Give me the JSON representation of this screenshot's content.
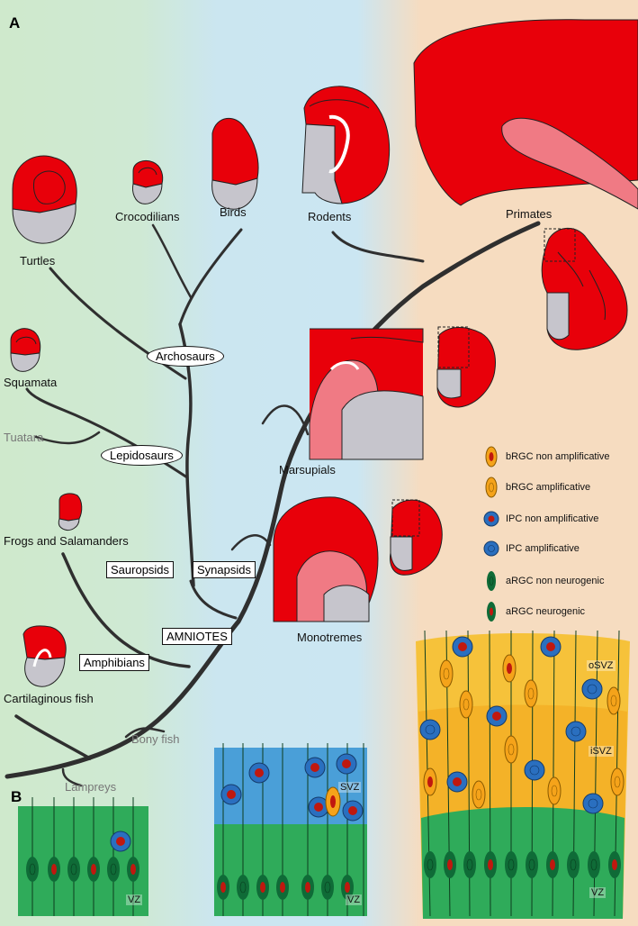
{
  "panels": {
    "a": "A",
    "b": "B"
  },
  "taxa": {
    "turtles": "Turtles",
    "crocodilians": "Crocodilians",
    "birds": "Birds",
    "rodents": "Rodents",
    "primates": "Primates",
    "squamata": "Squamata",
    "tuatara": "Tuatara",
    "marsupials": "Marsupials",
    "frogs": "Frogs and Salamanders",
    "monotremes": "Monotremes",
    "cartilaginous": "Cartilaginous fish",
    "bony": "Bony fish",
    "lampreys": "Lampreys"
  },
  "clades": {
    "archosaurs": "Archosaurs",
    "lepidosaurs": "Lepidosaurs",
    "sauropsids": "Sauropsids",
    "synapsids": "Synapsids",
    "amniotes": "AMNIOTES",
    "amphibians": "Amphibians"
  },
  "legend": [
    {
      "label": "bRGC non amplificative",
      "fill": "#f5a31a",
      "nucleus": "#c0180f",
      "shape": "spindle"
    },
    {
      "label": "bRGC amplificative",
      "fill": "#f5a31a",
      "nucleus": "#f5a31a",
      "shape": "spindle"
    },
    {
      "label": "IPC non amplificative",
      "fill": "#2a6fbf",
      "nucleus": "#c0180f",
      "shape": "round"
    },
    {
      "label": "IPC amplificative",
      "fill": "#2a6fbf",
      "nucleus": "#2a6fbf",
      "shape": "round"
    },
    {
      "label": "aRGC non neurogenic",
      "fill": "#0f6b37",
      "nucleus": "#0f6b37",
      "shape": "spindle"
    },
    {
      "label": "aRGC neurogenic",
      "fill": "#0f6b37",
      "nucleus": "#c0180f",
      "shape": "spindle"
    }
  ],
  "zones": {
    "vz": "VZ",
    "svz": "SVZ",
    "osvz": "oSVZ",
    "isvz": "iSVZ"
  },
  "colors": {
    "green_bg": "#cfe9cc",
    "blue_bg": "#cbe6f2",
    "peach_bg": "#f6dcc0",
    "pallium": "#e8000a",
    "subpallium": "#c6c5cc",
    "hippocampus": "#f07a84",
    "branch": "#2f2f2f",
    "vz_green": "#2fab5a",
    "svz_blue": "#4a9fd8",
    "svz_yellow": "#f6c23a"
  }
}
